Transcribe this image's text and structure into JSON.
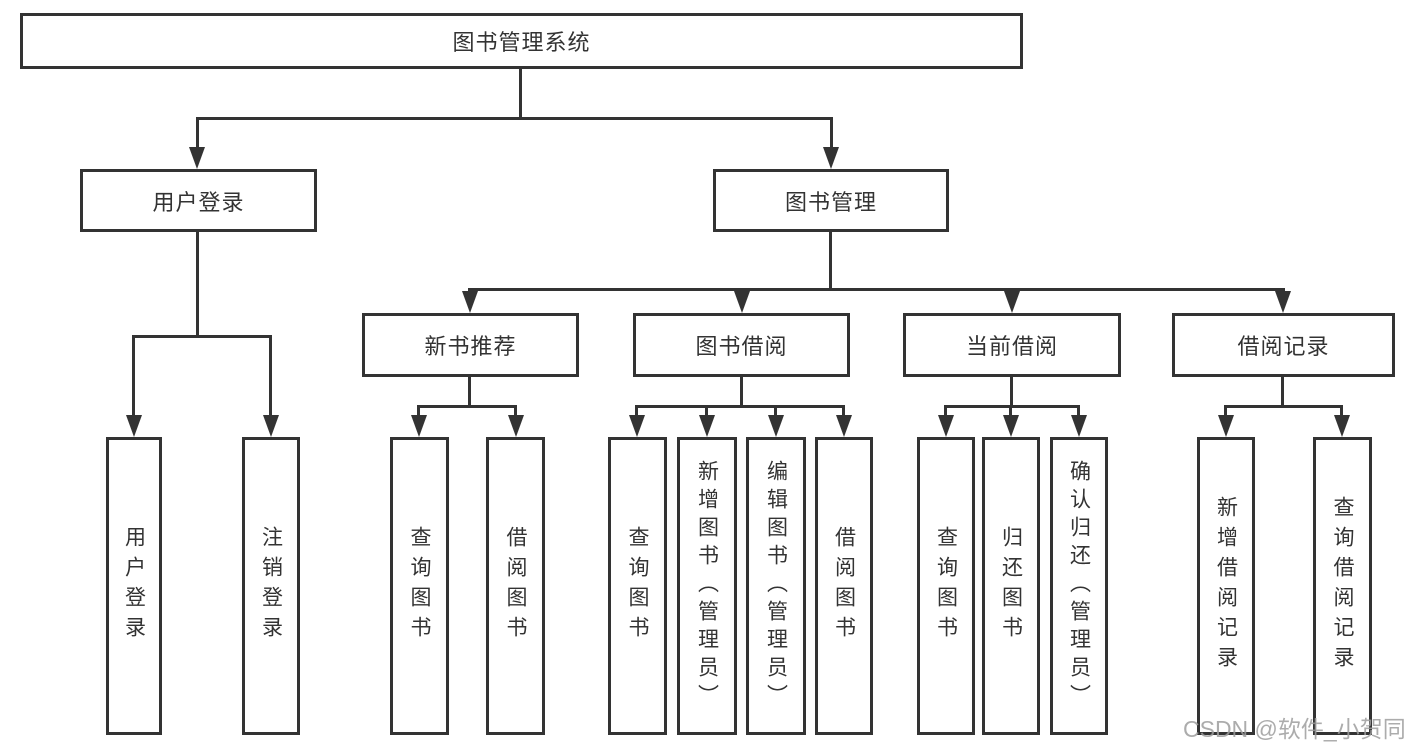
{
  "diagram": {
    "root": {
      "label": "图书管理系统"
    },
    "level2": [
      {
        "label": "用户登录"
      },
      {
        "label": "图书管理"
      }
    ],
    "level3": [
      {
        "label": "新书推荐"
      },
      {
        "label": "图书借阅"
      },
      {
        "label": "当前借阅"
      },
      {
        "label": "借阅记录"
      }
    ],
    "leaves": {
      "user": [
        {
          "label": "用户登录"
        },
        {
          "label": "注销登录"
        }
      ],
      "newbooks": [
        {
          "label": "查询图书"
        },
        {
          "label": "借阅图书"
        }
      ],
      "borrow": [
        {
          "label": "查询图书"
        },
        {
          "label": "新增图书（管理员）"
        },
        {
          "label": "编辑图书（管理员）"
        },
        {
          "label": "借阅图书"
        }
      ],
      "current": [
        {
          "label": "查询图书"
        },
        {
          "label": "归还图书"
        },
        {
          "label": "确认归还（管理员）"
        }
      ],
      "records": [
        {
          "label": "新增借阅记录"
        },
        {
          "label": "查询借阅记录"
        }
      ]
    },
    "watermark": "CSDN @软件_小贺同学",
    "colors": {
      "line": "#333333",
      "text": "#333333",
      "background": "#ffffff",
      "watermark": "#9e9e9e"
    }
  }
}
